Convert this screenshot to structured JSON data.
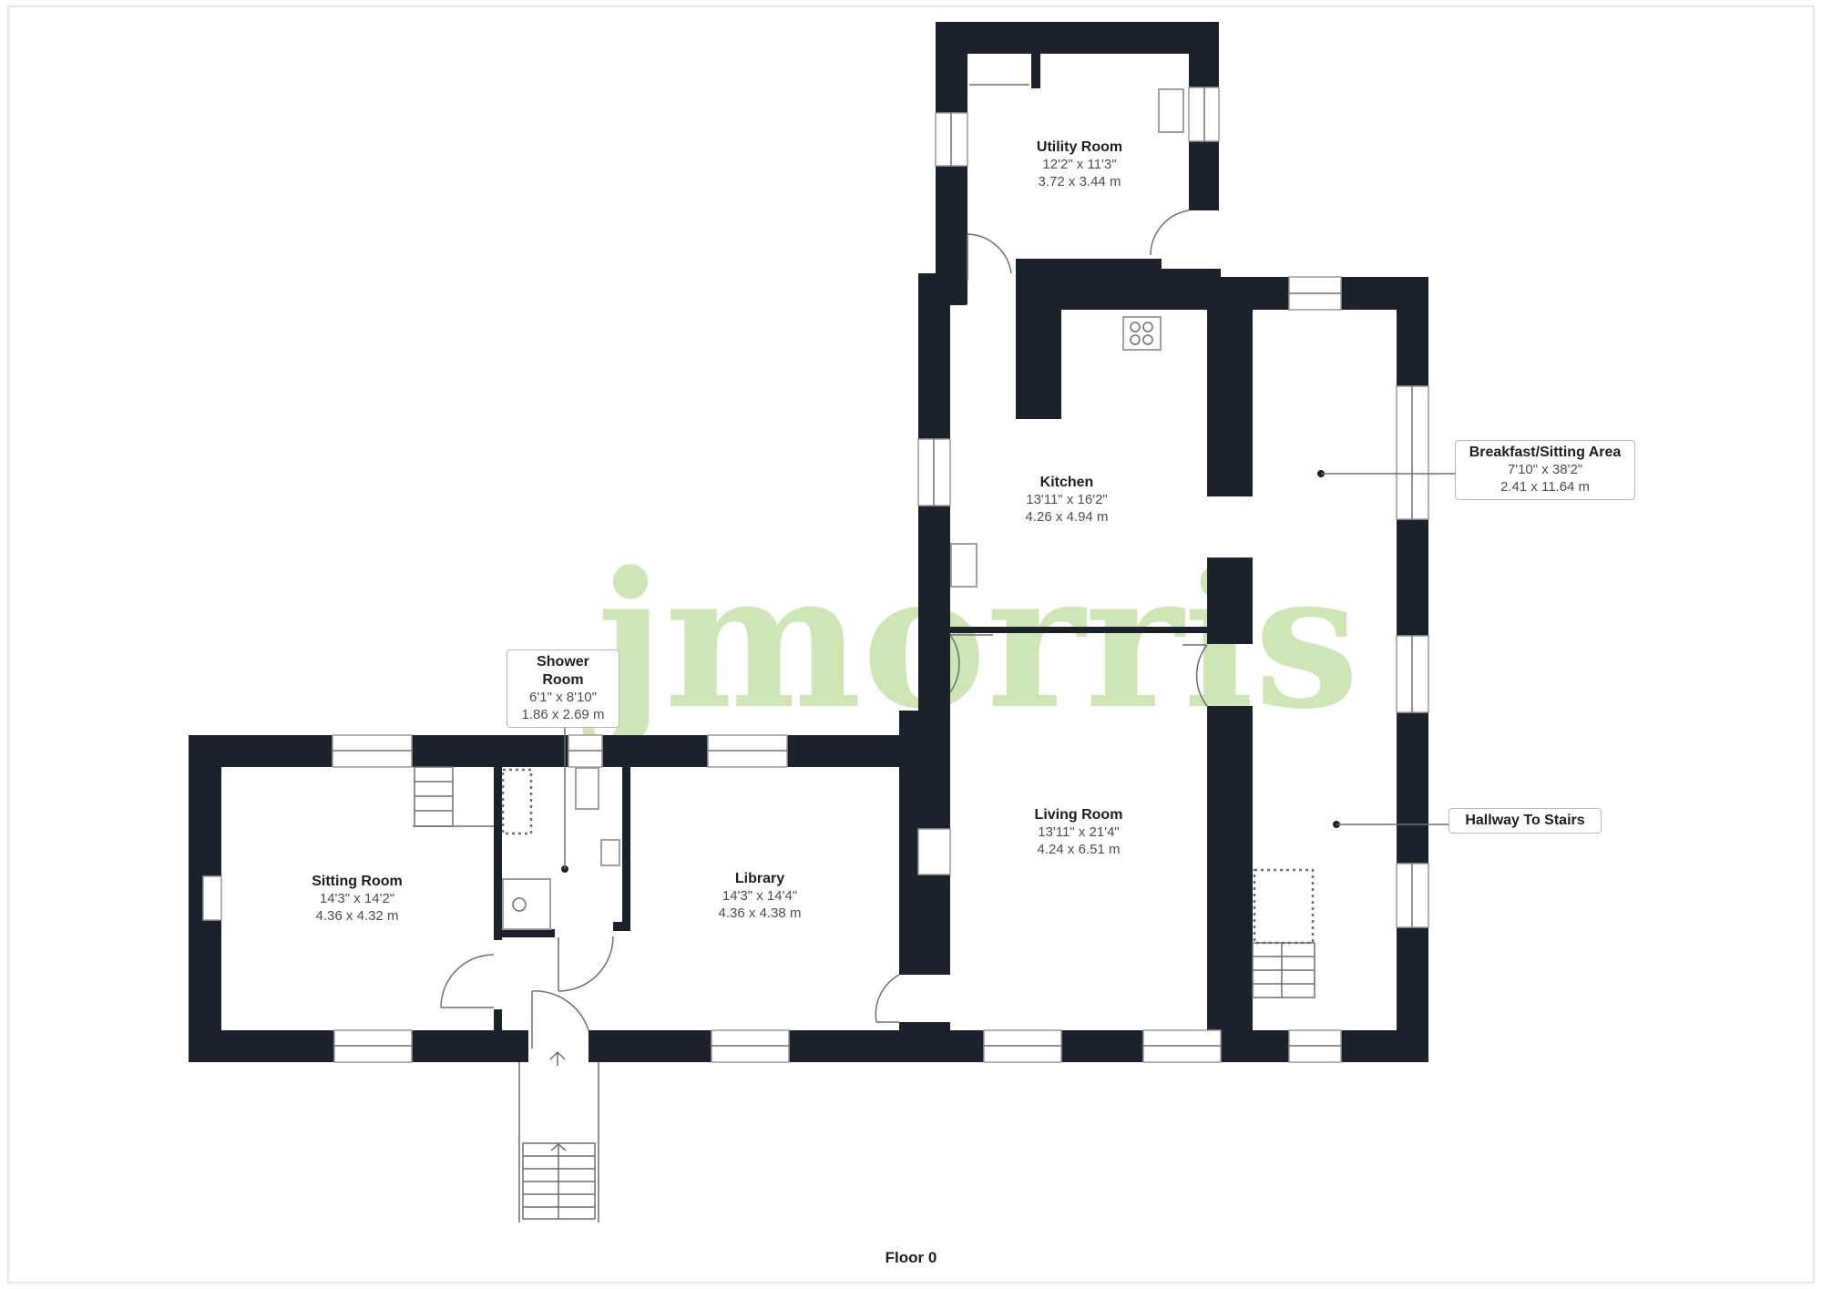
{
  "plan": {
    "floor_label": "Floor 0",
    "watermark": "jmorris",
    "wall_color": "#1b222c",
    "watermark_color": "#a7d27a"
  },
  "rooms": [
    {
      "id": "utility-room",
      "name": "Utility Room",
      "imperial": "12'2\" x 11'3\"",
      "metric": "3.72 x 3.44 m"
    },
    {
      "id": "kitchen",
      "name": "Kitchen",
      "imperial": "13'11\" x 16'2\"",
      "metric": "4.26 x 4.94 m"
    },
    {
      "id": "breakfast-sitting-area",
      "name": "Breakfast/Sitting Area",
      "imperial": "7'10\" x 38'2\"",
      "metric": "2.41 x 11.64 m"
    },
    {
      "id": "shower-room",
      "name": "Shower Room",
      "imperial": "6'1\" x 8'10\"",
      "metric": "1.86 x 2.69 m"
    },
    {
      "id": "sitting-room",
      "name": "Sitting Room",
      "imperial": "14'3\" x 14'2\"",
      "metric": "4.36 x 4.32 m"
    },
    {
      "id": "library",
      "name": "Library",
      "imperial": "14'3\" x 14'4\"",
      "metric": "4.36 x 4.38 m"
    },
    {
      "id": "living-room",
      "name": "Living Room",
      "imperial": "13'11\" x 21'4\"",
      "metric": "4.24 x 6.51 m"
    },
    {
      "id": "hallway-to-stairs",
      "name": "Hallway To Stairs"
    }
  ]
}
